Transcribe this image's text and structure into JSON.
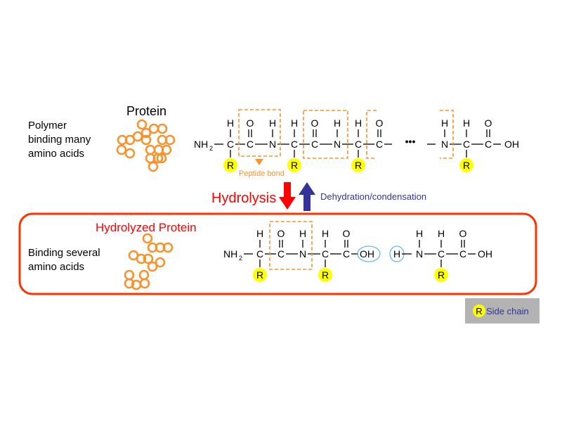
{
  "top": {
    "description_lines": [
      "Polymer",
      "binding many",
      "amino acids"
    ],
    "title": "Protein",
    "chain_start": "NH",
    "chain_start_sub": "2",
    "atoms": {
      "H": "H",
      "O": "O",
      "C": "C",
      "N": "N",
      "OH": "OH",
      "R": "R"
    },
    "ellipsis": "•••",
    "peptide_bond_label": "Peptide bond"
  },
  "reaction": {
    "forward_label": "Hydrolysis",
    "reverse_label": "Dehydration/condensation",
    "forward_color": "#ff0000",
    "reverse_color": "#333399"
  },
  "bottom": {
    "title": "Hydrolyzed Protein",
    "description_lines": [
      "Binding several",
      "amino acids"
    ],
    "chain_start": "NH",
    "chain_start_sub": "2"
  },
  "legend": {
    "symbol": "R",
    "label": "Side chain"
  },
  "colors": {
    "accent_orange": "#f7932f",
    "box_red": "#ff3300",
    "side_chain_yellow": "#ffff00",
    "highlight_blue": "#66bbee",
    "legend_bg": "#b3b3b3"
  }
}
